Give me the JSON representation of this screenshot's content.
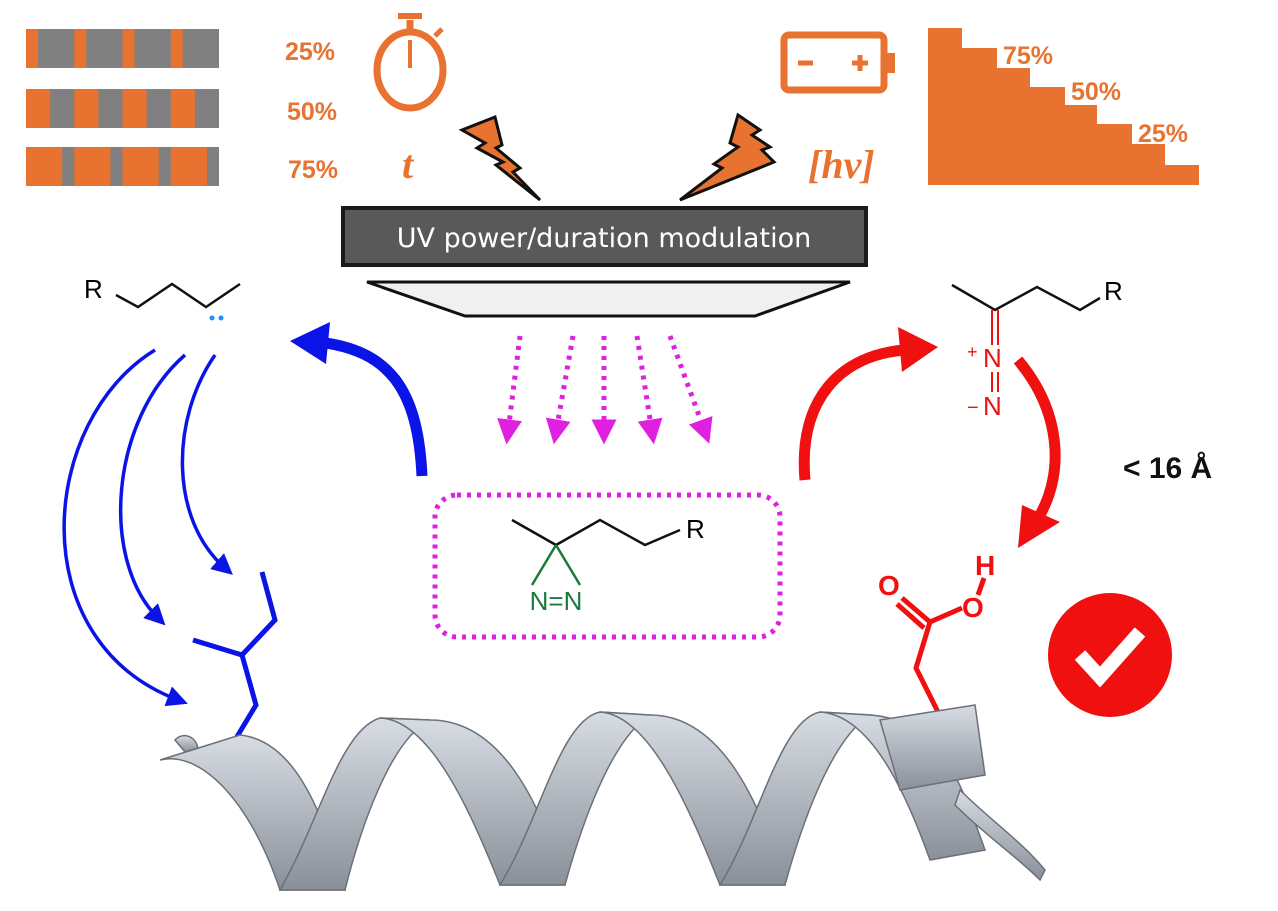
{
  "duty_cycle": {
    "labels": [
      "25%",
      "50%",
      "75%"
    ],
    "fractions": [
      0.25,
      0.5,
      0.75
    ],
    "periods": 4
  },
  "time_symbol": "t",
  "power_symbol": "hv",
  "power_symbol_display": "[hν]",
  "staircase": {
    "labels": [
      "75%",
      "50%",
      "25%"
    ]
  },
  "uv_box_label": "UV power/duration modulation",
  "carbene": {
    "r_label": "R"
  },
  "diazo": {
    "r_label": "R",
    "n1": "N",
    "n2": "N",
    "plus": "+",
    "minus": "−"
  },
  "diazirine": {
    "r_label": "R",
    "ring": "N=N"
  },
  "distance_label": "< 16 Å",
  "acid": {
    "o1": "O",
    "o2": "O",
    "h": "H"
  },
  "colors": {
    "orange": "#e8722f",
    "gray": "#808080",
    "blue": "#0a14e6",
    "red": "#f01010",
    "magenta": "#e020e0",
    "green": "#1a7a3a"
  }
}
